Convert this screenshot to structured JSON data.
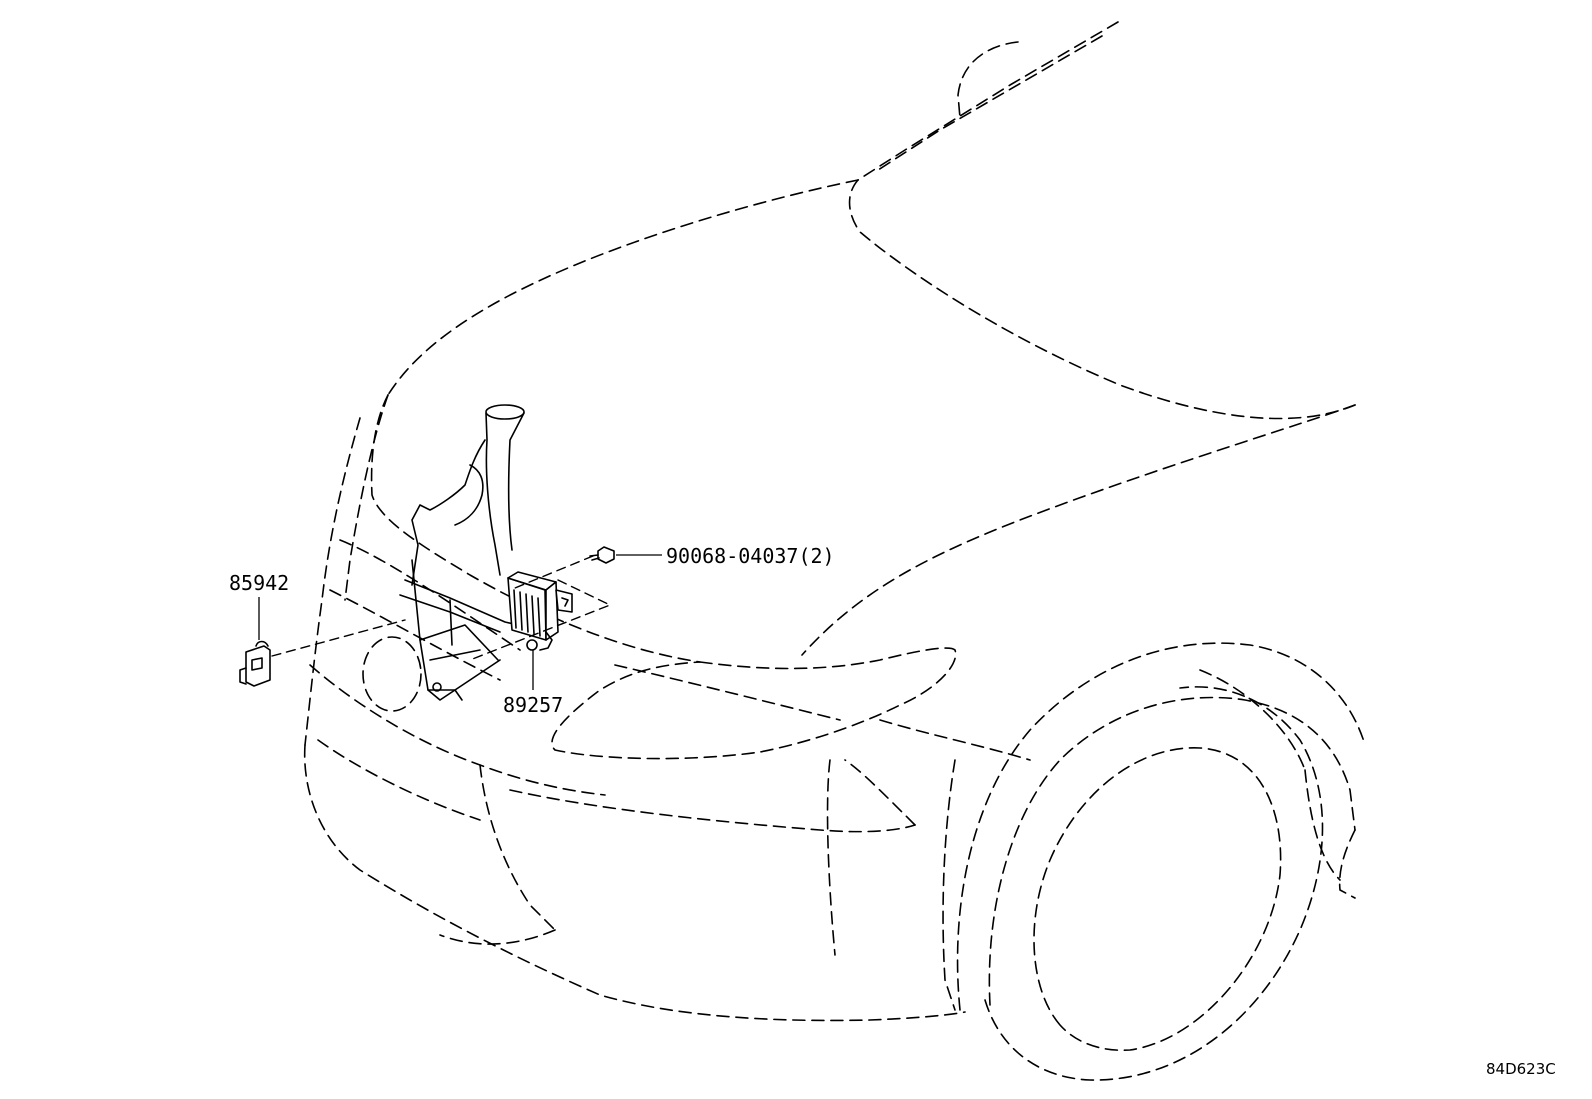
{
  "diagram": {
    "reference_code": "84D623C",
    "callouts": [
      {
        "id": "bolt",
        "part_number": "90068-04037(2)"
      },
      {
        "id": "bracket-sensor",
        "part_number": "85942"
      },
      {
        "id": "computer",
        "part_number": "89257"
      }
    ]
  }
}
